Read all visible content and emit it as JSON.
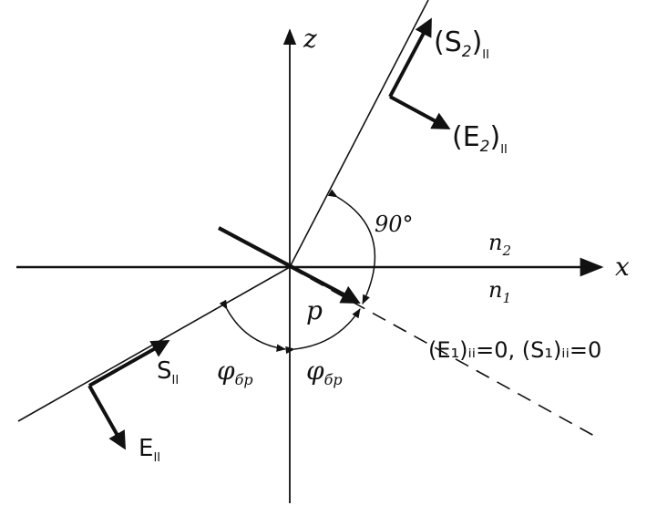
{
  "diagram": {
    "axis_z_label": "z",
    "axis_x_label": "x",
    "medium_upper_label": "n",
    "medium_upper_sub": "2",
    "medium_lower_label": "n",
    "medium_lower_sub": "1",
    "right_angle_label": "90°",
    "dipole_label": "p",
    "incident_poynting_label": "S",
    "incident_poynting_sub": "II",
    "incident_field_label": "E",
    "incident_field_sub": "II",
    "refracted_poynting_label": "(S",
    "refracted_poynting_sub1": "2",
    "refracted_poynting_close": ")",
    "refracted_poynting_sub2": "II",
    "refracted_field_label": "(E",
    "refracted_field_sub1": "2",
    "refracted_field_close": ")",
    "refracted_field_sub2": "II",
    "angle_left_symbol": "φ",
    "angle_left_sub": "бр",
    "angle_right_symbol": "φ",
    "angle_right_sub": "бр",
    "reflected_condition": "(E₁)ᵢᵢ=0, (S₁)ᵢᵢ=0"
  }
}
